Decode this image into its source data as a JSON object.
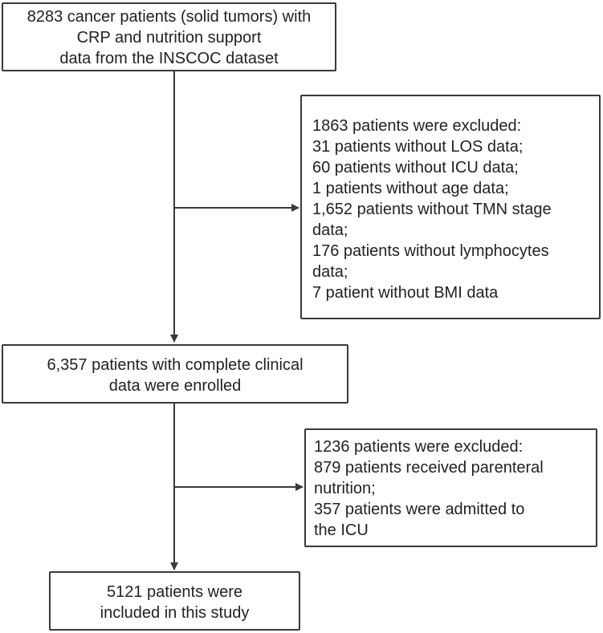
{
  "boxes": {
    "initial_cohort": {
      "lines": [
        "8283 cancer patients (solid tumors) with",
        "CRP and nutrition support",
        "data from the INSCOC dataset"
      ]
    },
    "first_exclusion": {
      "lines": [
        "1863 patients were excluded:",
        "31 patients without LOS data;",
        "60 patients without ICU data;",
        "1 patients without age data;",
        "1,652 patients without TMN stage",
        "data;",
        "176 patients without lymphocytes",
        "data;",
        "7 patient without BMI data"
      ]
    },
    "enrolled": {
      "lines": [
        "6,357 patients with complete clinical",
        "data were enrolled"
      ]
    },
    "second_exclusion": {
      "lines": [
        "1236 patients were excluded:",
        "879 patients received parenteral",
        "nutrition;",
        "357 patients were admitted to",
        "the ICU"
      ]
    },
    "final_cohort": {
      "lines": [
        "5121 patients were",
        "included in this study"
      ]
    }
  },
  "colors": {
    "line": "#3a3a3a",
    "text": "#222222",
    "background": "#ffffff"
  }
}
